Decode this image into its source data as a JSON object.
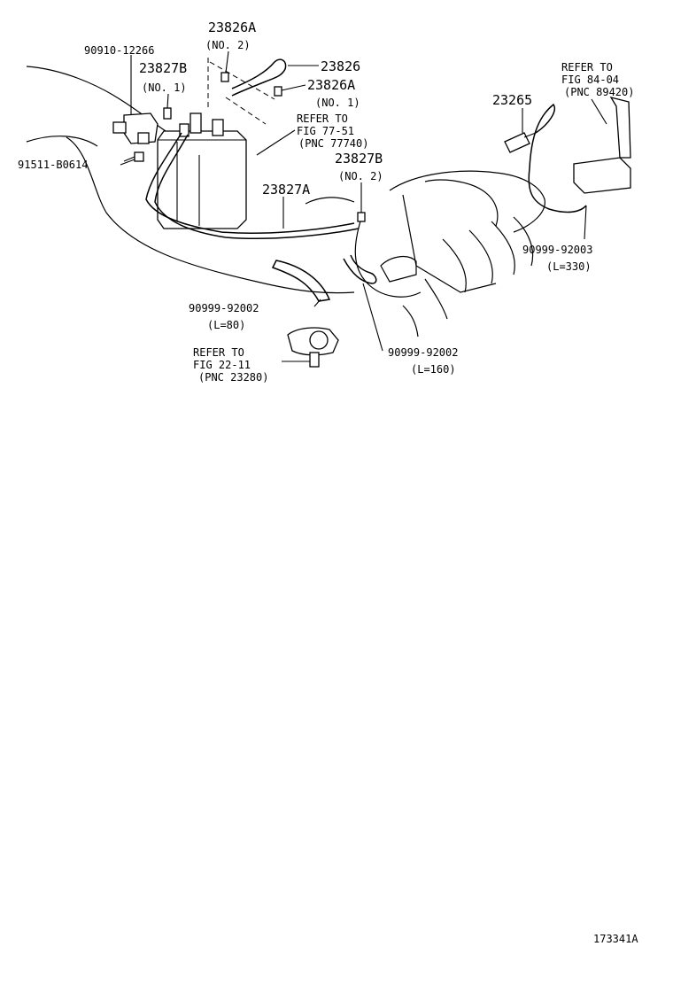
{
  "diagram_id": "173341A",
  "labels": {
    "p_23826A_top": "23826A",
    "p_23826A_top_sub": "(NO. 2)",
    "p_90910": "90910-12266",
    "p_23827B_left": "23827B",
    "p_23827B_left_sub": "(NO. 1)",
    "p_23826": "23826",
    "p_23826A_mid": "23826A",
    "p_23826A_mid_sub": "(NO. 1)",
    "p_refer_7751_1": "REFER TO",
    "p_refer_7751_2": "FIG 77-51",
    "p_refer_7751_3": "(PNC 77740)",
    "p_91511": "91511-B0614",
    "p_23827B_right": "23827B",
    "p_23827B_right_sub": "(NO. 2)",
    "p_23827A": "23827A",
    "p_23265": "23265",
    "p_refer_8404_1": "REFER TO",
    "p_refer_8404_2": "FIG 84-04",
    "p_refer_8404_3": "(PNC 89420)",
    "p_92003": "90999-92003",
    "p_92003_len": "(L=330)",
    "p_92002_left": "90999-92002",
    "p_92002_left_len": "(L=80)",
    "p_refer_2211_1": "REFER TO",
    "p_refer_2211_2": "FIG 22-11",
    "p_refer_2211_3": "(PNC 23280)",
    "p_92002_right": "90999-92002",
    "p_92002_right_len": "(L=160)"
  }
}
